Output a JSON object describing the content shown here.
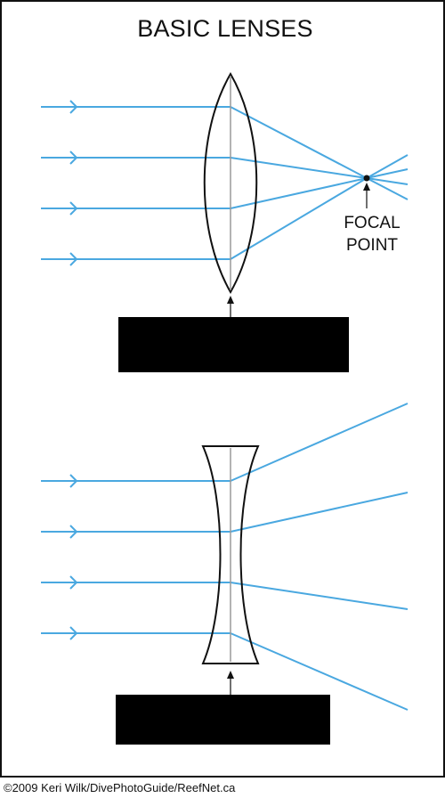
{
  "title": "BASIC LENSES",
  "focal_label": {
    "line1": "FOCAL",
    "line2": "POINT"
  },
  "credit": "©2009 Keri Wilk/DivePhotoGuide/ReefNet.ca",
  "colors": {
    "ray": "#4aa8e0",
    "ink": "#111111",
    "axis": "#9a9a9a",
    "redaction": "#000000"
  }
}
